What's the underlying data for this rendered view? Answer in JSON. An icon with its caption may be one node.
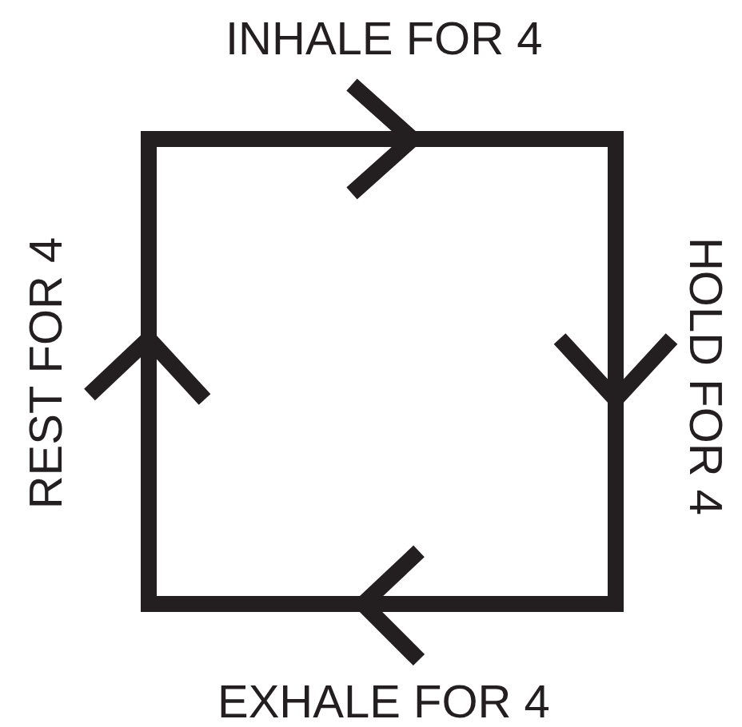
{
  "diagram": {
    "labels": [
      "INHALE FOR 4",
      "HOLD FOR 4",
      "EXHALE FOR 4",
      "REST FOR 4"
    ]
  }
}
